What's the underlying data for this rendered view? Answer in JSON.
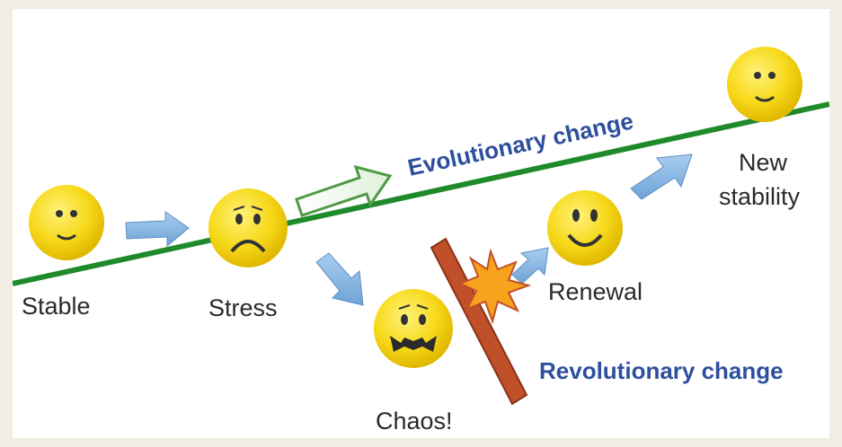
{
  "diagram": {
    "colors": {
      "trend_line": "#1f8a2a",
      "face": "#f7d91a",
      "arrow_blue": "#7fb2e0",
      "arrow_outline_green": "#4f9a46",
      "label_blue": "#2e4f9e",
      "barrier": "#c0502a",
      "burst": "#f6a21c"
    },
    "stages": [
      {
        "label": "Stable",
        "face": "smile",
        "icon": "smiley-face-icon"
      },
      {
        "label": "Stress",
        "face": "frown",
        "icon": "worried-face-icon"
      },
      {
        "label": "Chaos!",
        "face": "scream",
        "icon": "screaming-face-icon"
      },
      {
        "label": "Renewal",
        "face": "big-smile",
        "icon": "smiley-face-icon"
      },
      {
        "label": "New",
        "label2": "stability",
        "face": "smile",
        "icon": "smiley-face-icon"
      }
    ],
    "paths": {
      "evolutionary": "Evolutionary change",
      "revolutionary": "Revolutionary change"
    }
  }
}
